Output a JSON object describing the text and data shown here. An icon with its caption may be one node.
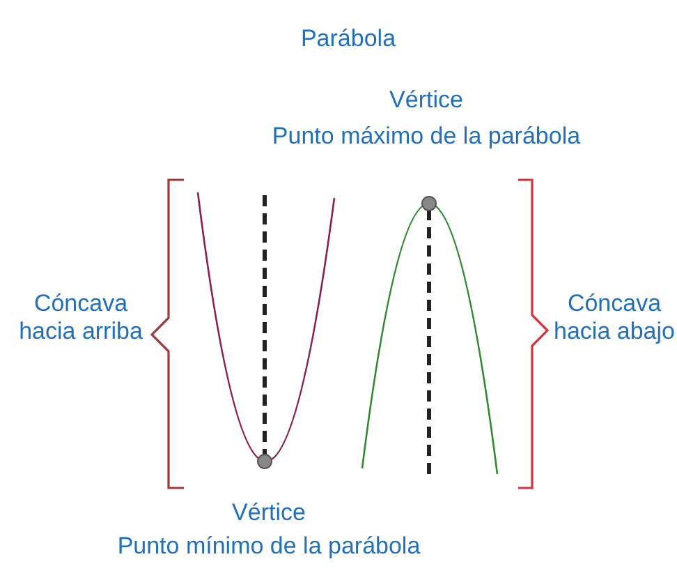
{
  "diagram": {
    "title": "Parábola",
    "labels": [
      "Vértice",
      "Punto máximo de la parábola",
      "Cóncava hacia arriba",
      "Cóncava hacia abajo",
      "Vértice",
      "Punto mínimo de la parábola"
    ]
  }
}
